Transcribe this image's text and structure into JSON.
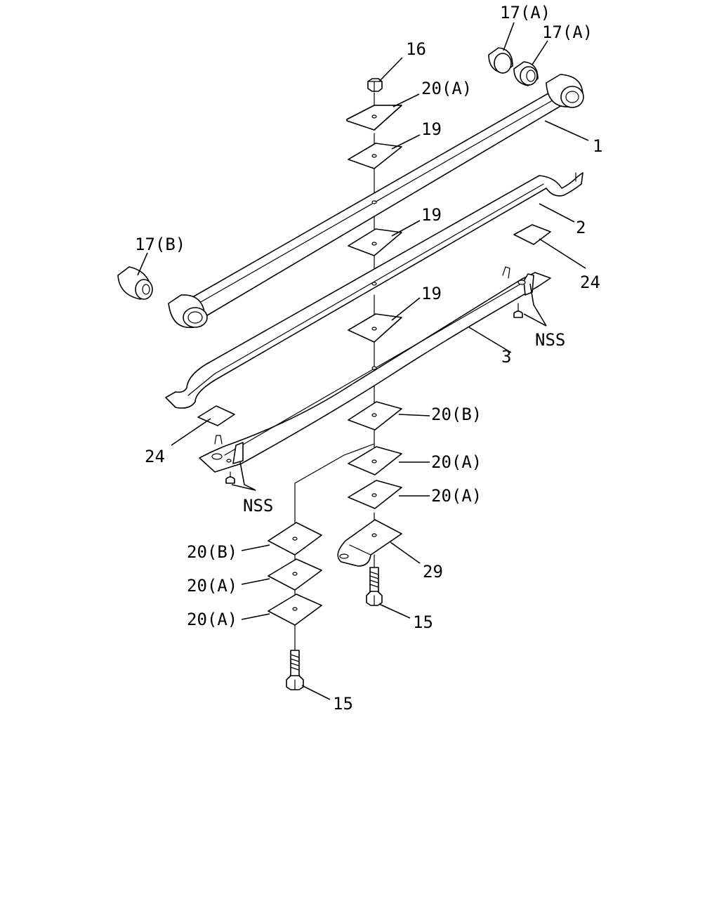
{
  "colors": {
    "line": "#000000",
    "background": "#ffffff"
  },
  "callouts": {
    "c1": "1",
    "c2": "2",
    "c3": "3",
    "c15a": "15",
    "c15b": "15",
    "c16": "16",
    "c17a1": "17(A)",
    "c17a2": "17(A)",
    "c17b": "17(B)",
    "c19a": "19",
    "c19b": "19",
    "c19c": "19",
    "c20a_top": "20(A)",
    "c20b_right": "20(B)",
    "c20a_right1": "20(A)",
    "c20a_right2": "20(A)",
    "c20b_left": "20(B)",
    "c20a_left1": "20(A)",
    "c20a_left2": "20(A)",
    "c24a": "24",
    "c24b": "24",
    "c29": "29",
    "nss1": "NSS",
    "nss2": "NSS"
  }
}
